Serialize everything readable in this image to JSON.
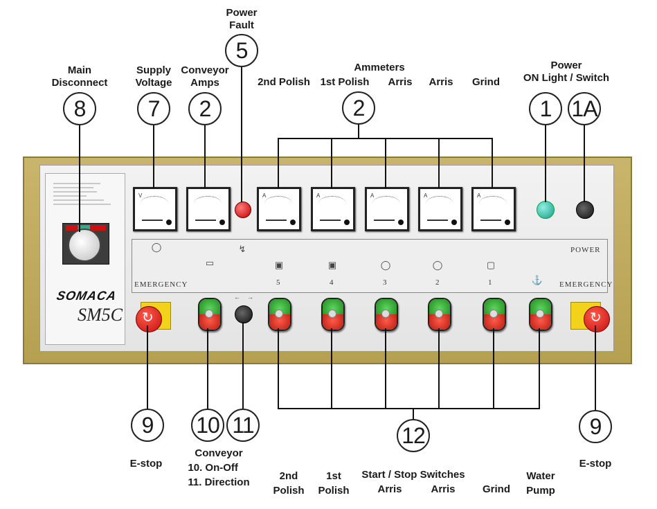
{
  "top_labels": {
    "main_disconnect": [
      "Main",
      "Disconnect"
    ],
    "supply_voltage": [
      "Supply",
      "Voltage"
    ],
    "conveyor_amps": [
      "Conveyor",
      "Amps"
    ],
    "power_fault": [
      "Power",
      "Fault"
    ],
    "ammeters": "Ammeters",
    "ammeter_names": [
      "2nd Polish",
      "1st Polish",
      "Arris",
      "Arris",
      "Grind"
    ],
    "power_on": [
      "Power",
      "ON Light / Switch"
    ]
  },
  "bubbles": {
    "b8": "8",
    "b7": "7",
    "b2a": "2",
    "b5": "5",
    "b2b": "2",
    "b1": "1",
    "b1a": "1A",
    "b9a": "9",
    "b10": "10",
    "b11": "11",
    "b12": "12",
    "b9b": "9"
  },
  "panel": {
    "emergency_left": "EMERGENCY",
    "emergency_right": "EMERGENCY",
    "power": "POWER",
    "station_numbers": [
      "5",
      "4",
      "3",
      "2",
      "1"
    ],
    "voltmeter_unit": "V",
    "ammeter_unit": "A",
    "brand_logo": "SOMACA",
    "model": "SM5C"
  },
  "bottom_labels": {
    "estop_left": "E-stop",
    "estop_right": "E-stop",
    "conveyor": [
      "Conveyor",
      "10.  On-Off",
      "11.  Direction"
    ],
    "start_stop": "Start / Stop Switches",
    "button_names": [
      [
        "2nd",
        "Polish"
      ],
      [
        "1st",
        "Polish"
      ],
      [
        "",
        "Arris"
      ],
      [
        "",
        "Arris"
      ],
      [
        "",
        "Grind"
      ],
      [
        "Water",
        "Pump"
      ]
    ]
  },
  "colors": {
    "frame": "#c2ad5e",
    "plate": "#ececec",
    "start_green": "#2f9e2f",
    "stop_red": "#d22a1a",
    "estop_yellow": "#f2d21a",
    "lamp_teal": "#20a898"
  }
}
